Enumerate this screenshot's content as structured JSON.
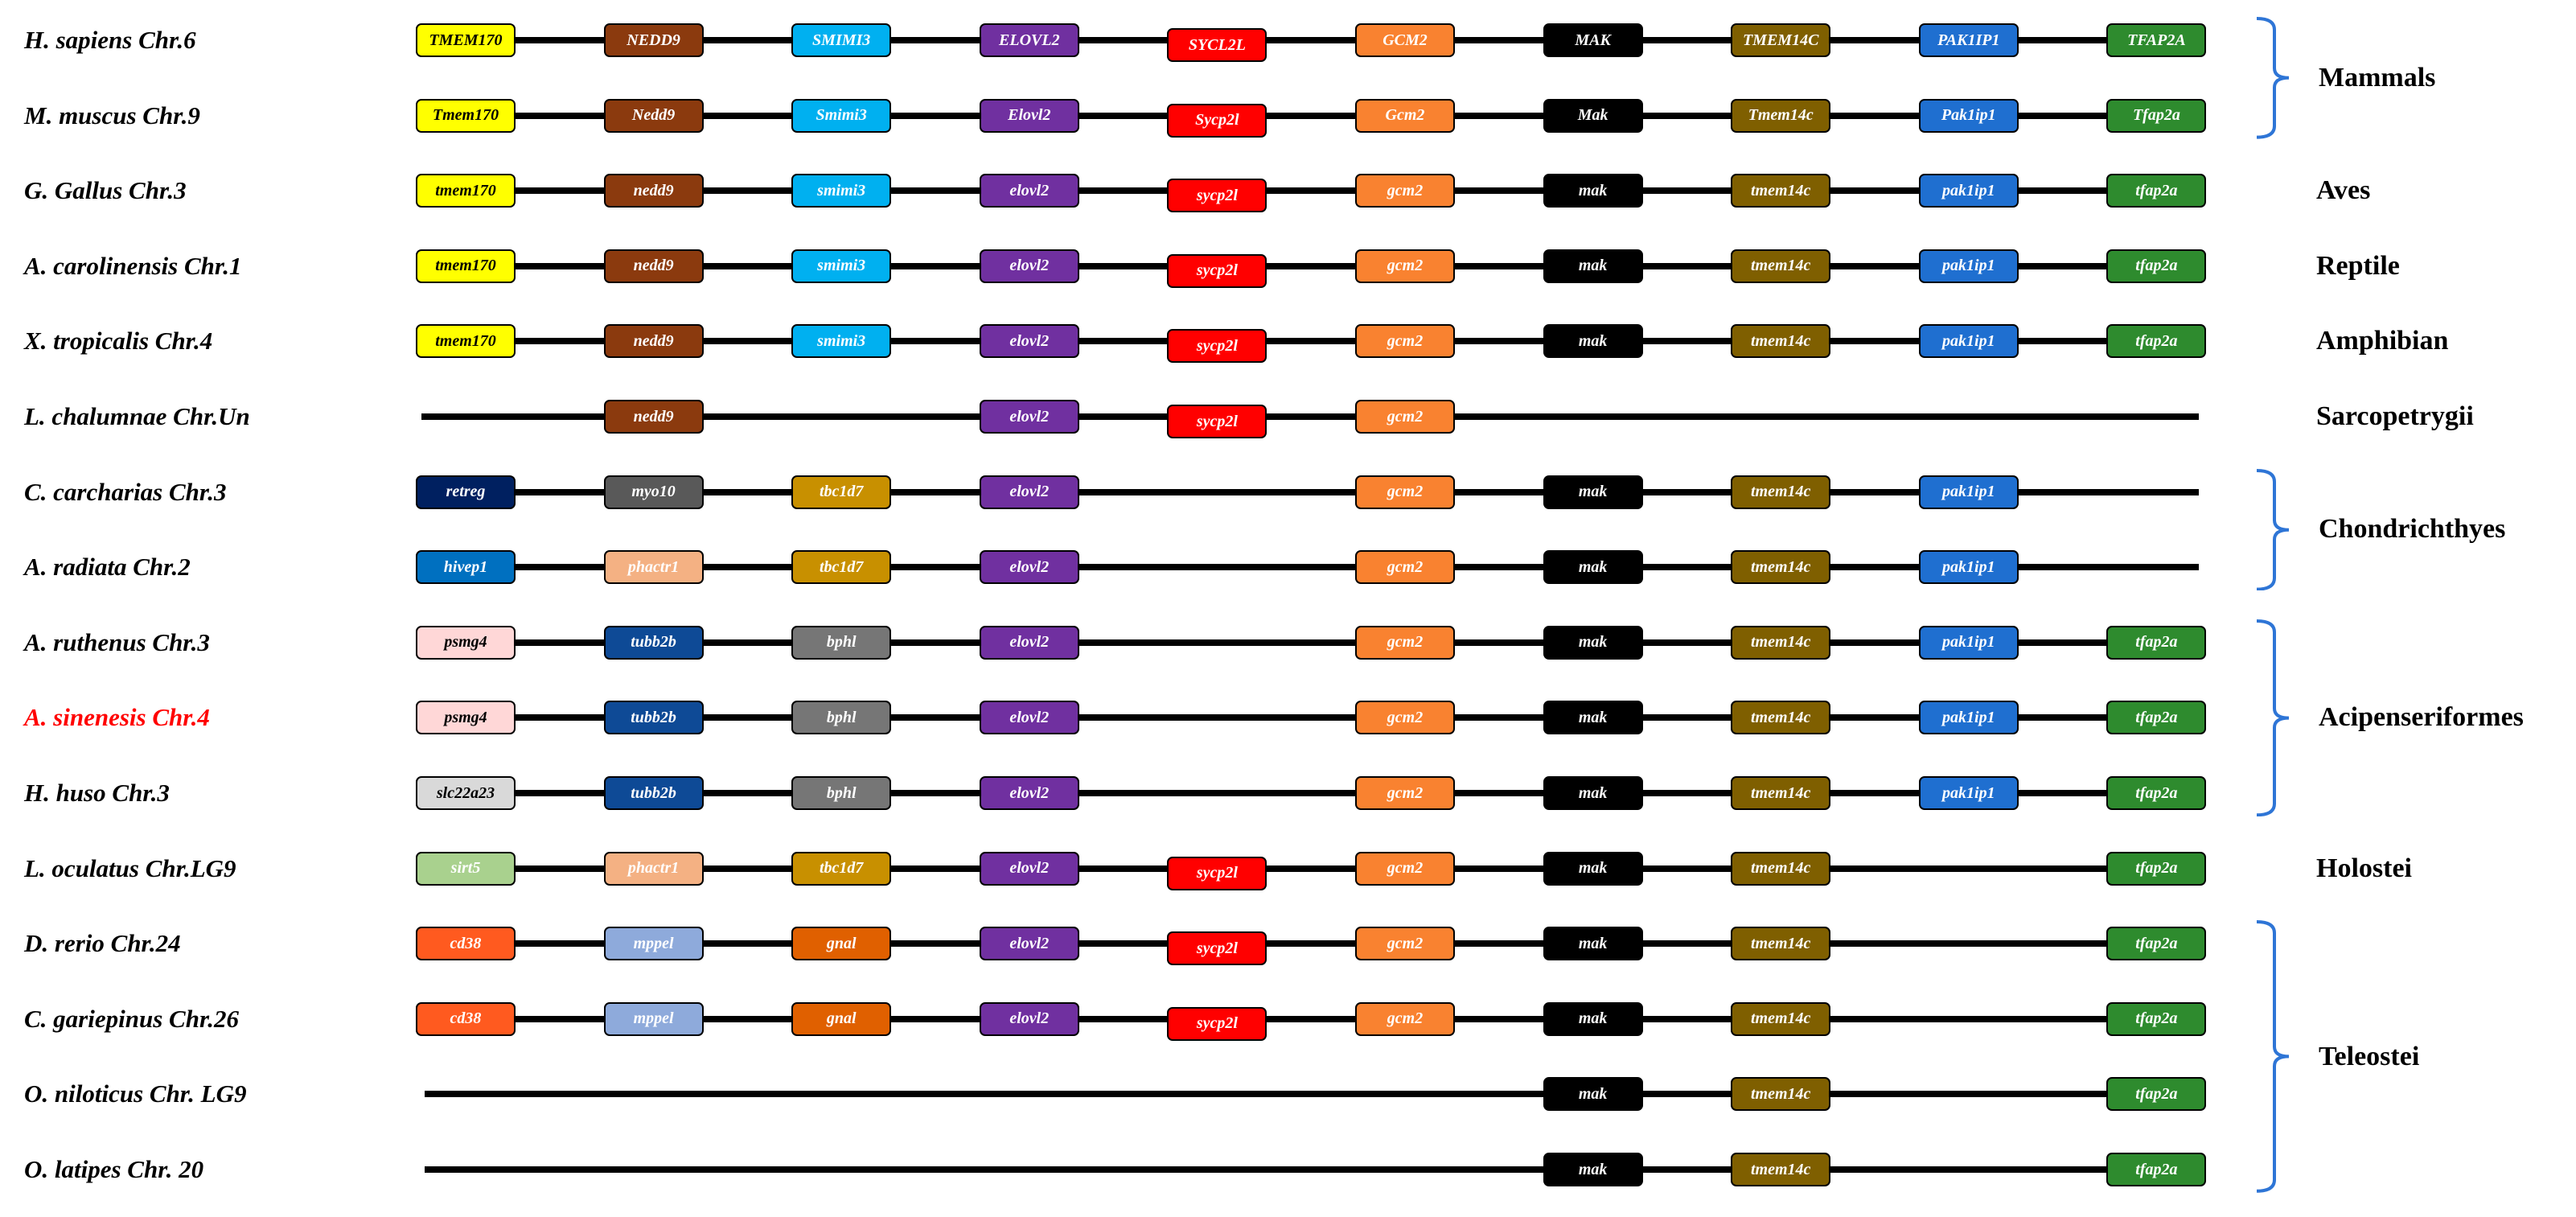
{
  "species": [
    {
      "label": "H. sapiens Chr.6",
      "color": "#000000",
      "line": "full",
      "genes": [
        [
          0,
          "TMEM170"
        ],
        [
          1,
          "NEDD9"
        ],
        [
          2,
          "SMIMI3"
        ],
        [
          3,
          "ELOVL2"
        ],
        [
          4,
          "SYCL2L"
        ],
        [
          5,
          "GCM2"
        ],
        [
          6,
          "MAK"
        ],
        [
          7,
          "TMEM14C"
        ],
        [
          8,
          "PAK1IP1"
        ],
        [
          9,
          "TFAP2A"
        ]
      ]
    },
    {
      "label": "M. muscus Chr.9",
      "color": "#000000",
      "line": "full",
      "genes": [
        [
          0,
          "Tmem170"
        ],
        [
          1,
          "Nedd9"
        ],
        [
          2,
          "Smimi3"
        ],
        [
          3,
          "Elovl2"
        ],
        [
          4,
          "Sycp2l"
        ],
        [
          5,
          "Gcm2"
        ],
        [
          6,
          "Mak"
        ],
        [
          7,
          "Tmem14c"
        ],
        [
          8,
          "Pak1ip1"
        ],
        [
          9,
          "Tfap2a"
        ]
      ]
    },
    {
      "label": "G. Gallus Chr.3",
      "color": "#000000",
      "line": "full",
      "genes": [
        [
          0,
          "tmem170"
        ],
        [
          1,
          "nedd9"
        ],
        [
          2,
          "smimi3"
        ],
        [
          3,
          "elovl2"
        ],
        [
          4,
          "sycp2l"
        ],
        [
          5,
          "gcm2"
        ],
        [
          6,
          "mak"
        ],
        [
          7,
          "tmem14c"
        ],
        [
          8,
          "pak1ip1"
        ],
        [
          9,
          "tfap2a"
        ]
      ]
    },
    {
      "label": "A. carolinensis Chr.1",
      "color": "#000000",
      "line": "full",
      "genes": [
        [
          0,
          "tmem170"
        ],
        [
          1,
          "nedd9"
        ],
        [
          2,
          "smimi3"
        ],
        [
          3,
          "elovl2"
        ],
        [
          4,
          "sycp2l"
        ],
        [
          5,
          "gcm2"
        ],
        [
          6,
          "mak"
        ],
        [
          7,
          "tmem14c"
        ],
        [
          8,
          "pak1ip1"
        ],
        [
          9,
          "tfap2a"
        ]
      ]
    },
    {
      "label": "X. tropicalis Chr.4",
      "color": "#000000",
      "line": "full",
      "genes": [
        [
          0,
          "tmem170"
        ],
        [
          1,
          "nedd9"
        ],
        [
          2,
          "smimi3"
        ],
        [
          3,
          "elovl2"
        ],
        [
          4,
          "sycp2l"
        ],
        [
          5,
          "gcm2"
        ],
        [
          6,
          "mak"
        ],
        [
          7,
          "tmem14c"
        ],
        [
          8,
          "pak1ip1"
        ],
        [
          9,
          "tfap2a"
        ]
      ]
    },
    {
      "label": "L. chalumnae Chr.Un",
      "color": "#000000",
      "line": "full",
      "genes": [
        [
          1,
          "nedd9"
        ],
        [
          3,
          "elovl2"
        ],
        [
          4,
          "sycp2l"
        ],
        [
          5,
          "gcm2"
        ]
      ]
    },
    {
      "label": "C. carcharias Chr.3",
      "color": "#000000",
      "line": "full",
      "genes": [
        [
          0,
          "retreg"
        ],
        [
          1,
          "myo10"
        ],
        [
          2,
          "tbc1d7"
        ],
        [
          3,
          "elovl2"
        ],
        [
          5,
          "gcm2"
        ],
        [
          6,
          "mak"
        ],
        [
          7,
          "tmem14c"
        ],
        [
          8,
          "pak1ip1"
        ]
      ]
    },
    {
      "label": "A. radiata Chr.2",
      "color": "#000000",
      "line": "full",
      "genes": [
        [
          0,
          "hivep1"
        ],
        [
          1,
          "phactr1"
        ],
        [
          2,
          "tbc1d7"
        ],
        [
          3,
          "elovl2"
        ],
        [
          5,
          "gcm2"
        ],
        [
          6,
          "mak"
        ],
        [
          7,
          "tmem14c"
        ],
        [
          8,
          "pak1ip1"
        ]
      ]
    },
    {
      "label": "A. ruthenus Chr.3",
      "color": "#000000",
      "line": "full",
      "genes": [
        [
          0,
          "psmg4"
        ],
        [
          1,
          "tubb2b"
        ],
        [
          2,
          "bphl"
        ],
        [
          3,
          "elovl2"
        ],
        [
          5,
          "gcm2"
        ],
        [
          6,
          "mak"
        ],
        [
          7,
          "tmem14c"
        ],
        [
          8,
          "pak1ip1"
        ],
        [
          9,
          "tfap2a"
        ]
      ]
    },
    {
      "label": "A. sinenesis Chr.4",
      "color": "#ff0000",
      "line": "full",
      "genes": [
        [
          0,
          "psmg4"
        ],
        [
          1,
          "tubb2b"
        ],
        [
          2,
          "bphl"
        ],
        [
          3,
          "elovl2"
        ],
        [
          5,
          "gcm2"
        ],
        [
          6,
          "mak"
        ],
        [
          7,
          "tmem14c"
        ],
        [
          8,
          "pak1ip1"
        ],
        [
          9,
          "tfap2a"
        ]
      ]
    },
    {
      "label": "H. huso Chr.3",
      "color": "#000000",
      "line": "full",
      "genes": [
        [
          0,
          "slc22a23"
        ],
        [
          1,
          "tubb2b"
        ],
        [
          2,
          "bphl"
        ],
        [
          3,
          "elovl2"
        ],
        [
          5,
          "gcm2"
        ],
        [
          6,
          "mak"
        ],
        [
          7,
          "tmem14c"
        ],
        [
          8,
          "pak1ip1"
        ],
        [
          9,
          "tfap2a"
        ]
      ]
    },
    {
      "label": "L. oculatus Chr.LG9",
      "color": "#000000",
      "line": "full",
      "genes": [
        [
          0,
          "sirt5"
        ],
        [
          1,
          "phactr1"
        ],
        [
          2,
          "tbc1d7"
        ],
        [
          3,
          "elovl2"
        ],
        [
          4,
          "sycp2l"
        ],
        [
          5,
          "gcm2"
        ],
        [
          6,
          "mak"
        ],
        [
          7,
          "tmem14c"
        ],
        [
          9,
          "tfap2a"
        ]
      ]
    },
    {
      "label": "D. rerio Chr.24",
      "color": "#000000",
      "line": "full",
      "genes": [
        [
          0,
          "cd38"
        ],
        [
          1,
          "mppel"
        ],
        [
          2,
          "gnal"
        ],
        [
          3,
          "elovl2"
        ],
        [
          4,
          "sycp2l"
        ],
        [
          5,
          "gcm2"
        ],
        [
          6,
          "mak"
        ],
        [
          7,
          "tmem14c"
        ],
        [
          9,
          "tfap2a"
        ]
      ]
    },
    {
      "label": "C. gariepinus Chr.26",
      "color": "#000000",
      "line": "full",
      "genes": [
        [
          0,
          "cd38"
        ],
        [
          1,
          "mppel"
        ],
        [
          2,
          "gnal"
        ],
        [
          3,
          "elovl2"
        ],
        [
          4,
          "sycp2l"
        ],
        [
          5,
          "gcm2"
        ],
        [
          6,
          "mak"
        ],
        [
          7,
          "tmem14c"
        ],
        [
          9,
          "tfap2a"
        ]
      ]
    },
    {
      "label": "O. niloticus Chr. LG9",
      "color": "#000000",
      "line": "full",
      "genes": [
        [
          6,
          "mak"
        ],
        [
          7,
          "tmem14c"
        ],
        [
          9,
          "tfap2a"
        ]
      ]
    },
    {
      "label": "O. latipes Chr. 20",
      "color": "#000000",
      "line": "full",
      "genes": [
        [
          6,
          "mak"
        ],
        [
          7,
          "tmem14c"
        ],
        [
          9,
          "tfap2a"
        ]
      ]
    }
  ],
  "gene_colors": {
    "tmem170": "#ffff00",
    "nedd9": "#8b3a0e",
    "smimi3": "#00b0f0",
    "elovl2": "#7030a0",
    "sycp2l": "#ff0000",
    "sycl2l": "#ff0000",
    "gcm2": "#f98230",
    "mak": "#000000",
    "tmem14c": "#7f5f00",
    "pak1ip1": "#1f6fd0",
    "tfap2a": "#2e8b2e",
    "retreg": "#002060",
    "myo10": "#595959",
    "tbc1d7": "#c89000",
    "hivep1": "#0070c0",
    "phactr1": "#f4b183",
    "psmg4": "#ffd7d7",
    "tubb2b": "#0e4a96",
    "bphl": "#767676",
    "slc22a23": "#d9d9d9",
    "sirt5": "#a9d18e",
    "cd38": "#ff5a1f",
    "mppel": "#8eaadb",
    "gnal": "#e06000"
  },
  "dark_text_genes": [
    "tmem170",
    "psmg4",
    "slc22a23"
  ],
  "groups": [
    {
      "label": "Mammals",
      "rows": [
        0,
        1
      ],
      "bracket": true
    },
    {
      "label": "Aves",
      "rows": [
        2,
        2
      ],
      "bracket": false
    },
    {
      "label": "Reptile",
      "rows": [
        3,
        3
      ],
      "bracket": false
    },
    {
      "label": "Amphibian",
      "rows": [
        4,
        4
      ],
      "bracket": false
    },
    {
      "label": "Sarcopetrygii",
      "rows": [
        5,
        5
      ],
      "bracket": false
    },
    {
      "label": "Chondrichthyes",
      "rows": [
        6,
        7
      ],
      "bracket": true
    },
    {
      "label": "Acipenseriformes",
      "rows": [
        8,
        10
      ],
      "bracket": true
    },
    {
      "label": "Holostei",
      "rows": [
        11,
        11
      ],
      "bracket": false
    },
    {
      "label": "Teleostei",
      "rows": [
        12,
        15
      ],
      "bracket": true
    }
  ],
  "bracket_color": "#2e75d6"
}
